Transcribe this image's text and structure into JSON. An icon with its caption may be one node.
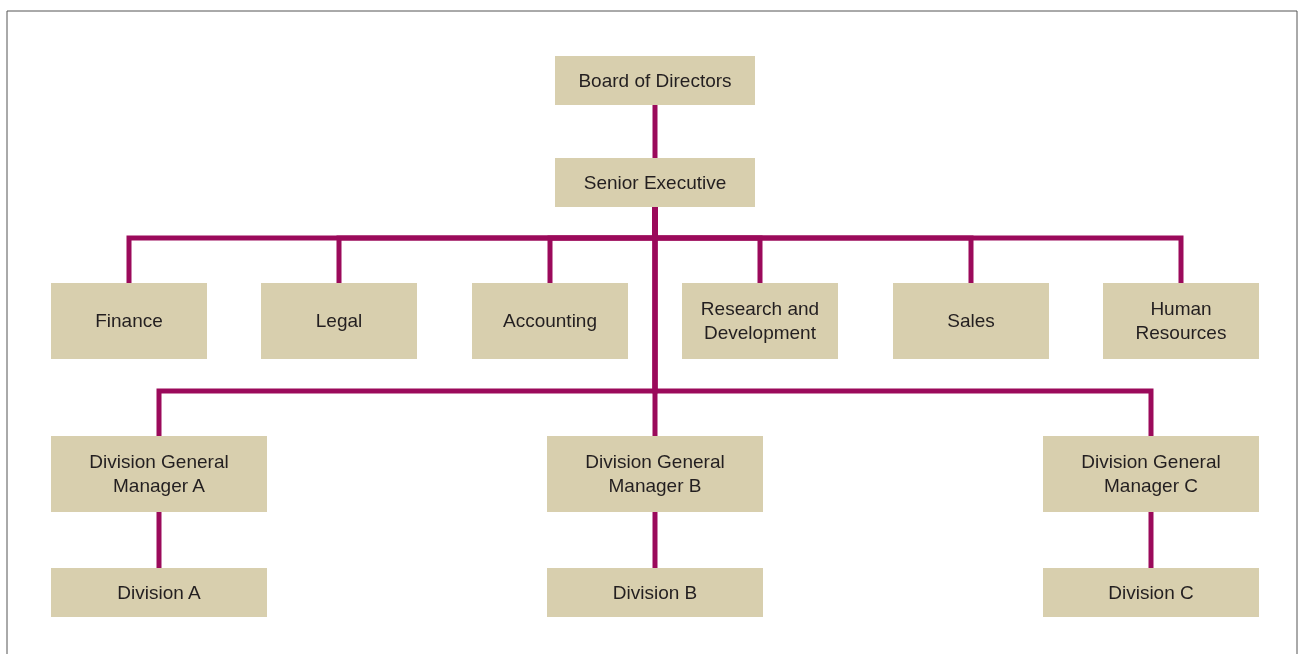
{
  "diagram": {
    "nodes": [
      {
        "text": [
          "Board of Directors"
        ]
      },
      {
        "text": [
          "Senior Executive"
        ]
      },
      {
        "text": [
          "Finance"
        ]
      },
      {
        "text": [
          "Legal"
        ]
      },
      {
        "text": [
          "Accounting"
        ]
      },
      {
        "text": [
          "Research and Development"
        ]
      },
      {
        "text": [
          "Sales"
        ]
      },
      {
        "text": [
          "Human Resources"
        ]
      },
      {
        "text": [
          "Division General Manager A"
        ]
      },
      {
        "text": [
          "Division General Manager B"
        ]
      },
      {
        "text": [
          "Division General Manager C"
        ]
      },
      {
        "text": [
          "Division A"
        ]
      },
      {
        "text": [
          "Division B"
        ]
      },
      {
        "text": [
          "Division C"
        ]
      }
    ],
    "edges": [
      {
        "from": 0,
        "to": 1,
        "arrow": "none"
      },
      {
        "from": 1,
        "to": 2,
        "arrow": "none"
      },
      {
        "from": 1,
        "to": 3,
        "arrow": "none"
      },
      {
        "from": 1,
        "to": 4,
        "arrow": "none"
      },
      {
        "from": 1,
        "to": 5,
        "arrow": "none"
      },
      {
        "from": 1,
        "to": 6,
        "arrow": "none"
      },
      {
        "from": 1,
        "to": 7,
        "arrow": "none"
      },
      {
        "from": 1,
        "to": 8,
        "arrow": "none"
      },
      {
        "from": 1,
        "to": 9,
        "arrow": "none"
      },
      {
        "from": 1,
        "to": 10,
        "arrow": "none"
      },
      {
        "from": 8,
        "to": 11,
        "arrow": "none"
      },
      {
        "from": 9,
        "to": 12,
        "arrow": "none"
      },
      {
        "from": 10,
        "to": 13,
        "arrow": "none"
      }
    ]
  }
}
